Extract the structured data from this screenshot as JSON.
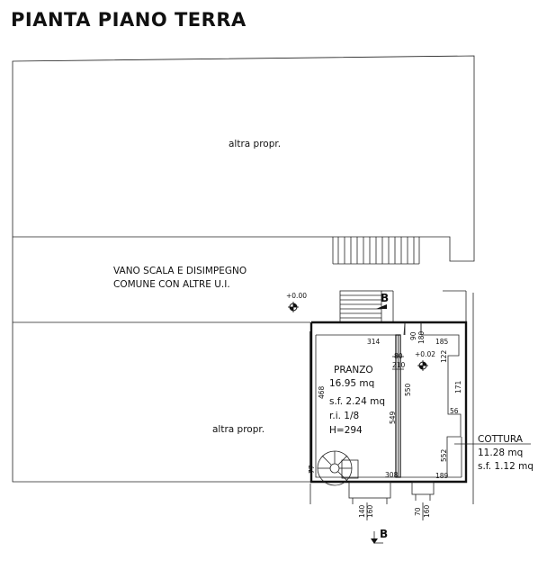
{
  "title": "PIANTA PIANO TERRA",
  "labels": {
    "top_neighbor": "altra propr.",
    "stair_common_line1": "VANO SCALA E DISIMPEGNO",
    "stair_common_line2": "COMUNE CON ALTRE U.I.",
    "bottom_neighbor": "altra propr."
  },
  "levels": {
    "common": "+0.00",
    "interior": "+0.02"
  },
  "section_mark": "B",
  "pranzo": {
    "name": "PRANZO",
    "area": "16.95 mq",
    "sf": "s.f. 2.24 mq",
    "ri": "r.i. 1/8",
    "height": "H=294"
  },
  "cottura": {
    "name": "COTTURA",
    "area": "11.28 mq",
    "sf": "s.f. 1.12 mq"
  },
  "dimensions": {
    "d314": "314",
    "d90": "90",
    "d180a": "180",
    "d185": "185",
    "d80": "80",
    "d210": "210",
    "d122": "122",
    "d468": "468",
    "d550": "550",
    "d549": "549",
    "d171": "171",
    "d56": "56",
    "d552": "552",
    "d77": "77",
    "d308": "308",
    "d189": "189",
    "d140": "140",
    "d160a": "160",
    "d70": "70",
    "d160b": "160"
  }
}
